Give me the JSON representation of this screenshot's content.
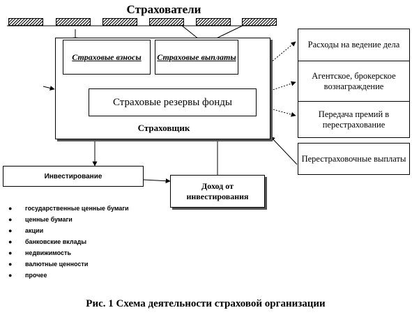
{
  "title": "Страхователи",
  "main_box_label": "Страховщик",
  "inner": {
    "contributions": "Страховые взносы",
    "payouts": "Страховые выплаты",
    "reserves": "Страховые резервы фонды"
  },
  "investing": "Инвестирование",
  "income": "Доход от инвестирования",
  "right_boxes": [
    "Расходы на ведение дела",
    "Агентское, брокерское вознаграждение",
    "Передача премий в перестрахование",
    "Перестраховочные выплаты"
  ],
  "investment_list": [
    "государственные ценные бумаги",
    "ценные бумаги",
    "акции",
    "банковские вклады",
    "недвижимость",
    "валютные ценности",
    "прочее"
  ],
  "caption": "Рис. 1 Схема деятельности страховой организации",
  "colors": {
    "line": "#000000",
    "shadow": "#555555",
    "background": "#ffffff"
  }
}
